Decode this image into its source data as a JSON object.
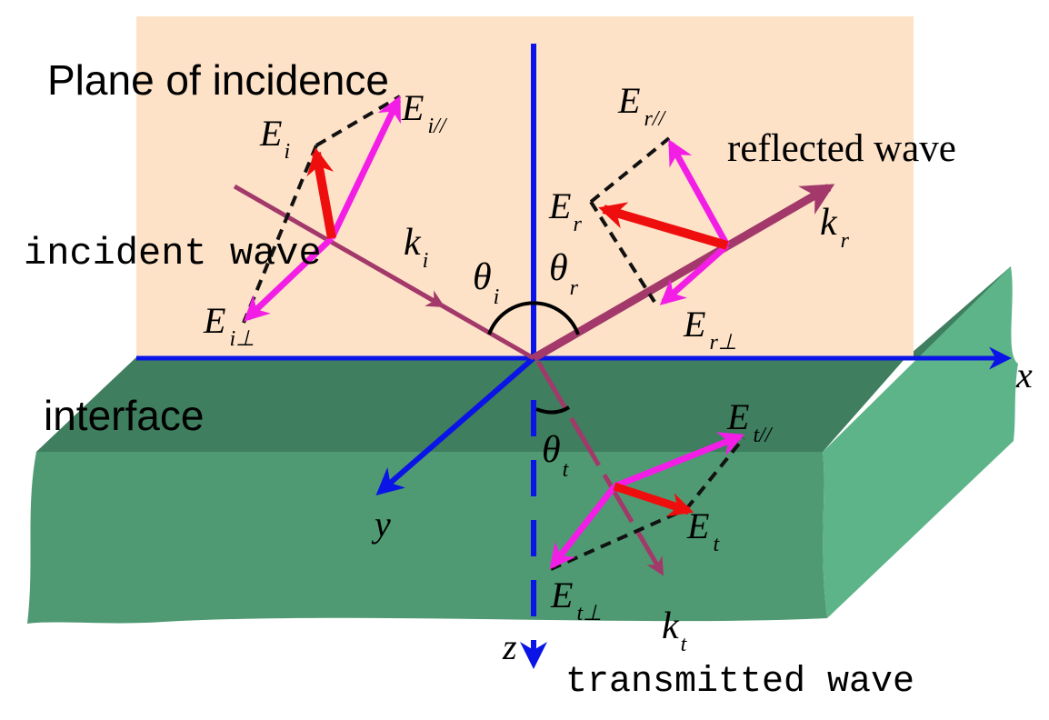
{
  "labels": {
    "plane_of_incidence": "Plane of incidence",
    "interface": "interface",
    "incident_wave": "incident wave",
    "reflected_wave": "reflected wave",
    "transmitted_wave": "transmitted wave"
  },
  "axes": {
    "x": "x",
    "y": "y",
    "z": "z"
  },
  "vectors": {
    "k_i": {
      "base": "k",
      "sub": "i"
    },
    "k_r": {
      "base": "k",
      "sub": "r"
    },
    "k_t": {
      "base": "k",
      "sub": "t"
    },
    "E_i": {
      "base": "E",
      "sub": "i"
    },
    "E_i_par": {
      "base": "E",
      "sub": "i//"
    },
    "E_i_perp": {
      "base": "E",
      "sub": "i⊥"
    },
    "E_r": {
      "base": "E",
      "sub": "r"
    },
    "E_r_par": {
      "base": "E",
      "sub": "r//"
    },
    "E_r_perp": {
      "base": "E",
      "sub": "r⊥"
    },
    "E_t": {
      "base": "E",
      "sub": "t"
    },
    "E_t_par": {
      "base": "E",
      "sub": "t//"
    },
    "E_t_perp": {
      "base": "E",
      "sub": "t⊥"
    }
  },
  "angles": {
    "theta_i": {
      "base": "θ",
      "sub": "i"
    },
    "theta_r": {
      "base": "θ",
      "sub": "r"
    },
    "theta_t": {
      "base": "θ",
      "sub": "t"
    }
  },
  "colors": {
    "plane": "#fde2c8",
    "medium_top": "#3f7e5e",
    "medium_front": "#4f9a72",
    "medium_side": "#5cb488",
    "axis": "#0a14e6",
    "wave_vector": "#a2396a",
    "field_parallel": "#f21ee6",
    "field_total": "#ef0e0e",
    "dashed": "#111111"
  }
}
